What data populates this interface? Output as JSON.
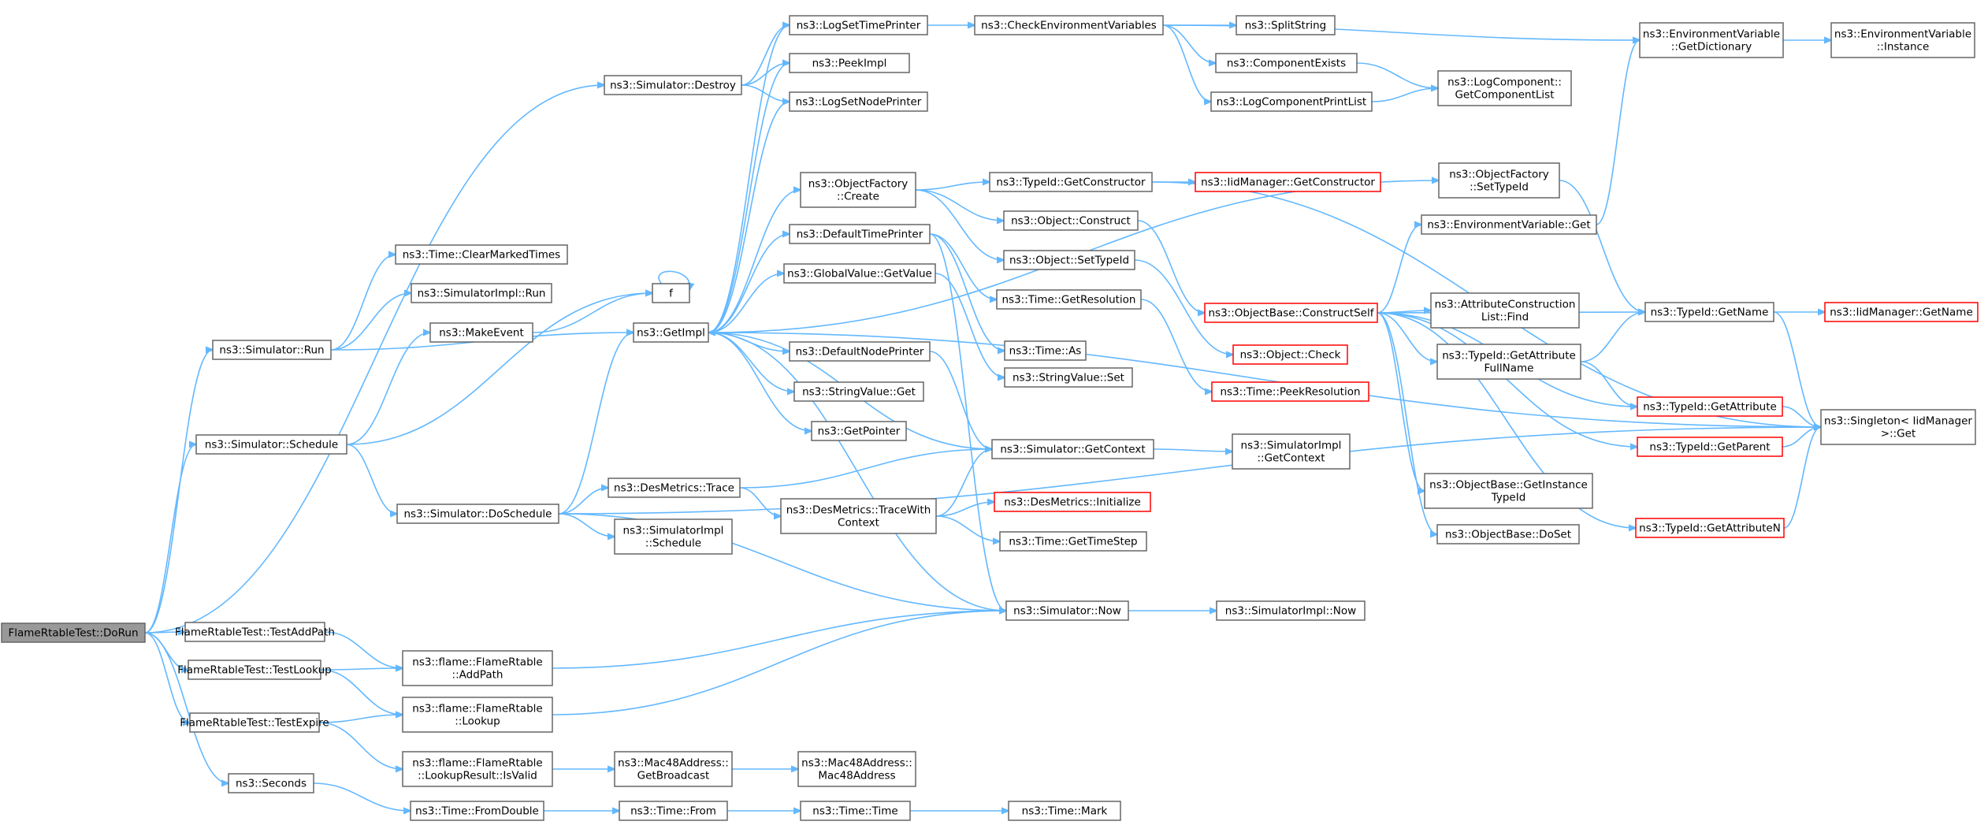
{
  "diagram": {
    "title": "",
    "nodes": [
      {
        "id": "dorun",
        "lines": [
          "FlameRtableTest::DoRun"
        ],
        "style": "focus"
      },
      {
        "id": "destroy",
        "lines": [
          "ns3::Simulator::Destroy"
        ]
      },
      {
        "id": "logsettime",
        "lines": [
          "ns3::LogSetTimePrinter"
        ]
      },
      {
        "id": "checkenv",
        "lines": [
          "ns3::CheckEnvironmentVariables"
        ]
      },
      {
        "id": "splitstring",
        "lines": [
          "ns3::SplitString"
        ]
      },
      {
        "id": "compexists",
        "lines": [
          "ns3::ComponentExists"
        ]
      },
      {
        "id": "logcompprint",
        "lines": [
          "ns3::LogComponentPrintList"
        ]
      },
      {
        "id": "logcompget",
        "lines": [
          "ns3::LogComponent::",
          "GetComponentList"
        ]
      },
      {
        "id": "envdict",
        "lines": [
          "ns3::EnvironmentVariable",
          "::GetDictionary"
        ]
      },
      {
        "id": "envinstance",
        "lines": [
          "ns3::EnvironmentVariable",
          "::Instance"
        ]
      },
      {
        "id": "peekimpl",
        "lines": [
          "ns3::PeekImpl"
        ]
      },
      {
        "id": "logsetnode",
        "lines": [
          "ns3::LogSetNodePrinter"
        ]
      },
      {
        "id": "objfactcreate",
        "lines": [
          "ns3::ObjectFactory",
          "::Create"
        ]
      },
      {
        "id": "typeidgetctor",
        "lines": [
          "ns3::TypeId::GetConstructor"
        ]
      },
      {
        "id": "iidgetctor",
        "lines": [
          "ns3::IidManager::GetConstructor"
        ],
        "style": "red"
      },
      {
        "id": "objfactsettypeid",
        "lines": [
          "ns3::ObjectFactory",
          "::SetTypeId"
        ]
      },
      {
        "id": "objconstruct",
        "lines": [
          "ns3::Object::Construct"
        ]
      },
      {
        "id": "deftimeprinter",
        "lines": [
          "ns3::DefaultTimePrinter"
        ]
      },
      {
        "id": "objsettypeid",
        "lines": [
          "ns3::Object::SetTypeId"
        ]
      },
      {
        "id": "envget",
        "lines": [
          "ns3::EnvironmentVariable::Get"
        ]
      },
      {
        "id": "globalvalue",
        "lines": [
          "ns3::GlobalValue::GetValue"
        ]
      },
      {
        "id": "timegetres",
        "lines": [
          "ns3::Time::GetResolution"
        ]
      },
      {
        "id": "objbasecs",
        "lines": [
          "ns3::ObjectBase::ConstructSelf"
        ],
        "style": "red"
      },
      {
        "id": "attrconstfind",
        "lines": [
          "ns3::AttributeConstruction",
          "List::Find"
        ]
      },
      {
        "id": "typeidgetname",
        "lines": [
          "ns3::TypeId::GetName"
        ]
      },
      {
        "id": "iidgetname",
        "lines": [
          "ns3::IidManager::GetName"
        ],
        "style": "red"
      },
      {
        "id": "clearmarked",
        "lines": [
          "ns3::Time::ClearMarkedTimes"
        ]
      },
      {
        "id": "f",
        "lines": [
          "f"
        ]
      },
      {
        "id": "simimplrun",
        "lines": [
          "ns3::SimulatorImpl::Run"
        ]
      },
      {
        "id": "makeevent",
        "lines": [
          "ns3::MakeEvent"
        ]
      },
      {
        "id": "getimpl",
        "lines": [
          "ns3::GetImpl"
        ]
      },
      {
        "id": "simrun",
        "lines": [
          "ns3::Simulator::Run"
        ]
      },
      {
        "id": "defnodeprinter",
        "lines": [
          "ns3::DefaultNodePrinter"
        ]
      },
      {
        "id": "timeas",
        "lines": [
          "ns3::Time::As"
        ]
      },
      {
        "id": "stringvalueset",
        "lines": [
          "ns3::StringValue::Set"
        ]
      },
      {
        "id": "objcheck",
        "lines": [
          "ns3::Object::Check"
        ],
        "style": "red"
      },
      {
        "id": "typeidgetattrfull",
        "lines": [
          "ns3::TypeId::GetAttribute",
          "FullName"
        ]
      },
      {
        "id": "stringvalueget",
        "lines": [
          "ns3::StringValue::Get"
        ]
      },
      {
        "id": "timepeekres",
        "lines": [
          "ns3::Time::PeekResolution"
        ],
        "style": "red"
      },
      {
        "id": "typeidgetattr",
        "lines": [
          "ns3::TypeId::GetAttribute"
        ],
        "style": "red"
      },
      {
        "id": "singletonget",
        "lines": [
          "ns3::Singleton< IidManager",
          " >::Get"
        ]
      },
      {
        "id": "getpointer",
        "lines": [
          "ns3::GetPointer"
        ]
      },
      {
        "id": "typeidgetparent",
        "lines": [
          "ns3::TypeId::GetParent"
        ],
        "style": "red"
      },
      {
        "id": "simschedule",
        "lines": [
          "ns3::Simulator::Schedule"
        ]
      },
      {
        "id": "simgetcontext",
        "lines": [
          "ns3::Simulator::GetContext"
        ]
      },
      {
        "id": "simimplgetctx",
        "lines": [
          "ns3::SimulatorImpl",
          "::GetContext"
        ]
      },
      {
        "id": "desmtrace",
        "lines": [
          "ns3::DesMetrics::Trace"
        ]
      },
      {
        "id": "simdoschedule",
        "lines": [
          "ns3::Simulator::DoSchedule"
        ]
      },
      {
        "id": "desmtracectx",
        "lines": [
          "ns3::DesMetrics::TraceWith",
          "Context"
        ]
      },
      {
        "id": "desminit",
        "lines": [
          "ns3::DesMetrics::Initialize"
        ],
        "style": "red"
      },
      {
        "id": "objbasegetinst",
        "lines": [
          "ns3::ObjectBase::GetInstance",
          "TypeId"
        ]
      },
      {
        "id": "simimplschedule",
        "lines": [
          "ns3::SimulatorImpl",
          "::Schedule"
        ]
      },
      {
        "id": "objbasedoset",
        "lines": [
          "ns3::ObjectBase::DoSet"
        ]
      },
      {
        "id": "timegetstep",
        "lines": [
          "ns3::Time::GetTimeStep"
        ]
      },
      {
        "id": "typeidgetattrn",
        "lines": [
          "ns3::TypeId::GetAttributeN"
        ],
        "style": "red"
      },
      {
        "id": "simnow",
        "lines": [
          "ns3::Simulator::Now"
        ]
      },
      {
        "id": "simimplnow",
        "lines": [
          "ns3::SimulatorImpl::Now"
        ]
      },
      {
        "id": "testaddpath",
        "lines": [
          "FlameRtableTest::TestAddPath"
        ]
      },
      {
        "id": "testlookup",
        "lines": [
          "FlameRtableTest::TestLookup"
        ]
      },
      {
        "id": "flameaddpath",
        "lines": [
          "ns3::flame::FlameRtable",
          "::AddPath"
        ]
      },
      {
        "id": "testexpire",
        "lines": [
          "FlameRtableTest::TestExpire"
        ]
      },
      {
        "id": "flamelookup",
        "lines": [
          "ns3::flame::FlameRtable",
          "::Lookup"
        ]
      },
      {
        "id": "lookupisvalid",
        "lines": [
          "ns3::flame::FlameRtable",
          "::LookupResult::IsValid"
        ]
      },
      {
        "id": "macgetbcast",
        "lines": [
          "ns3::Mac48Address::",
          "GetBroadcast"
        ]
      },
      {
        "id": "macctor",
        "lines": [
          "ns3::Mac48Address::",
          "Mac48Address"
        ]
      },
      {
        "id": "seconds",
        "lines": [
          "ns3::Seconds"
        ]
      },
      {
        "id": "timefromdouble",
        "lines": [
          "ns3::Time::FromDouble"
        ]
      },
      {
        "id": "timefrom",
        "lines": [
          "ns3::Time::From"
        ]
      },
      {
        "id": "timetime",
        "lines": [
          "ns3::Time::Time"
        ]
      },
      {
        "id": "timemark",
        "lines": [
          "ns3::Time::Mark"
        ]
      }
    ],
    "edges": [
      [
        "dorun",
        "destroy"
      ],
      [
        "dorun",
        "simrun"
      ],
      [
        "dorun",
        "simschedule"
      ],
      [
        "dorun",
        "testaddpath"
      ],
      [
        "dorun",
        "testlookup"
      ],
      [
        "dorun",
        "testexpire"
      ],
      [
        "dorun",
        "seconds"
      ],
      [
        "destroy",
        "logsettime"
      ],
      [
        "destroy",
        "peekimpl"
      ],
      [
        "destroy",
        "logsetnode"
      ],
      [
        "logsettime",
        "checkenv"
      ],
      [
        "checkenv",
        "splitstring"
      ],
      [
        "checkenv",
        "compexists"
      ],
      [
        "checkenv",
        "logcompprint"
      ],
      [
        "checkenv",
        "envdict"
      ],
      [
        "compexists",
        "logcompget"
      ],
      [
        "logcompprint",
        "logcompget"
      ],
      [
        "envdict",
        "envinstance"
      ],
      [
        "simrun",
        "clearmarked"
      ],
      [
        "simrun",
        "simimplrun"
      ],
      [
        "simrun",
        "getimpl"
      ],
      [
        "simschedule",
        "makeevent"
      ],
      [
        "simschedule",
        "f"
      ],
      [
        "simschedule",
        "simdoschedule"
      ],
      [
        "makeevent",
        "f"
      ],
      [
        "f",
        "f"
      ],
      [
        "getimpl",
        "logsettime"
      ],
      [
        "getimpl",
        "peekimpl"
      ],
      [
        "getimpl",
        "logsetnode"
      ],
      [
        "getimpl",
        "objfactcreate"
      ],
      [
        "getimpl",
        "deftimeprinter"
      ],
      [
        "getimpl",
        "globalvalue"
      ],
      [
        "getimpl",
        "defnodeprinter"
      ],
      [
        "getimpl",
        "stringvalueget"
      ],
      [
        "getimpl",
        "getpointer"
      ],
      [
        "getimpl",
        "objfactsettypeid"
      ],
      [
        "getimpl",
        "singletonget"
      ],
      [
        "objfactcreate",
        "typeidgetctor"
      ],
      [
        "objfactcreate",
        "objconstruct"
      ],
      [
        "objfactcreate",
        "objsettypeid"
      ],
      [
        "typeidgetctor",
        "iidgetctor"
      ],
      [
        "typeidgetctor",
        "singletonget"
      ],
      [
        "objconstruct",
        "objbasecs"
      ],
      [
        "objsettypeid",
        "objcheck"
      ],
      [
        "objfactsettypeid",
        "typeidgetname"
      ],
      [
        "deftimeprinter",
        "timegetres"
      ],
      [
        "deftimeprinter",
        "timeas"
      ],
      [
        "deftimeprinter",
        "simnow"
      ],
      [
        "globalvalue",
        "stringvalueset"
      ],
      [
        "defnodeprinter",
        "simgetcontext"
      ],
      [
        "timegetres",
        "timepeekres"
      ],
      [
        "envget",
        "envdict"
      ],
      [
        "objbasecs",
        "envget"
      ],
      [
        "objbasecs",
        "attrconstfind"
      ],
      [
        "objbasecs",
        "typeidgetname"
      ],
      [
        "objbasecs",
        "typeidgetattrfull"
      ],
      [
        "objbasecs",
        "typeidgetattr"
      ],
      [
        "objbasecs",
        "typeidgetparent"
      ],
      [
        "objbasecs",
        "objbasegetinst"
      ],
      [
        "objbasecs",
        "objbasedoset"
      ],
      [
        "objbasecs",
        "typeidgetattrn"
      ],
      [
        "typeidgetattrfull",
        "typeidgetname"
      ],
      [
        "typeidgetattrfull",
        "typeidgetattr"
      ],
      [
        "typeidgetname",
        "iidgetname"
      ],
      [
        "typeidgetname",
        "singletonget"
      ],
      [
        "typeidgetattr",
        "singletonget"
      ],
      [
        "typeidgetparent",
        "singletonget"
      ],
      [
        "typeidgetattrn",
        "singletonget"
      ],
      [
        "simdoschedule",
        "getimpl"
      ],
      [
        "simdoschedule",
        "desmtrace"
      ],
      [
        "simdoschedule",
        "simimplschedule"
      ],
      [
        "simdoschedule",
        "simnow"
      ],
      [
        "simdoschedule",
        "singletonget"
      ],
      [
        "desmtrace",
        "simgetcontext"
      ],
      [
        "desmtrace",
        "desmtracectx"
      ],
      [
        "desmtracectx",
        "simgetcontext"
      ],
      [
        "desmtracectx",
        "desminit"
      ],
      [
        "desmtracectx",
        "timegetstep"
      ],
      [
        "simgetcontext",
        "getimpl"
      ],
      [
        "simgetcontext",
        "simimplgetctx"
      ],
      [
        "simnow",
        "getimpl"
      ],
      [
        "simnow",
        "simimplnow"
      ],
      [
        "testaddpath",
        "flameaddpath"
      ],
      [
        "testlookup",
        "flameaddpath"
      ],
      [
        "testlookup",
        "flamelookup"
      ],
      [
        "testexpire",
        "flamelookup"
      ],
      [
        "testexpire",
        "lookupisvalid"
      ],
      [
        "flameaddpath",
        "simnow"
      ],
      [
        "flamelookup",
        "simnow"
      ],
      [
        "lookupisvalid",
        "macgetbcast"
      ],
      [
        "macgetbcast",
        "macctor"
      ],
      [
        "seconds",
        "timefromdouble"
      ],
      [
        "timefromdouble",
        "timefrom"
      ],
      [
        "timefrom",
        "timetime"
      ],
      [
        "timetime",
        "timemark"
      ]
    ]
  }
}
